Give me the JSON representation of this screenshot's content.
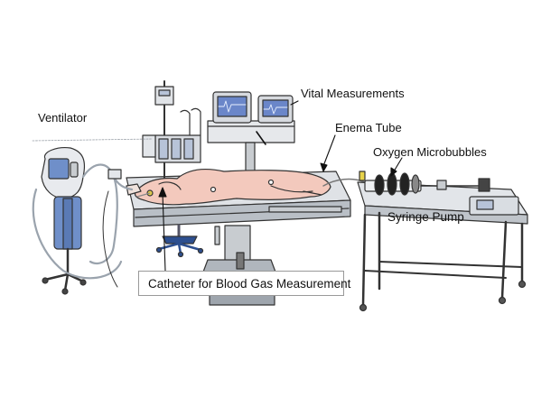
{
  "labels": {
    "ventilator": "Ventilator",
    "vital_measurements": "Vital Measurements",
    "enema_tube": "Enema Tube",
    "oxygen_microbubbles": "Oxygen Microbubbles",
    "syringe_pump": "Syringe Pump",
    "catheter": "Catheter for Blood Gas Measurement"
  },
  "colors": {
    "outline": "#333333",
    "metal": "#c8ccd0",
    "metal_dark": "#8f969e",
    "animal": "#f3c9bd",
    "monitor_screen": "#6a86c9",
    "ventilator_blue": "#6f8fc9",
    "chair_blue": "#2d4f8f"
  },
  "icons": [
    "ventilator-icon",
    "monitor-icon",
    "infusion-pump-icon",
    "operating-table-icon",
    "pig-icon",
    "syringe-pump-icon",
    "office-chair-icon"
  ]
}
